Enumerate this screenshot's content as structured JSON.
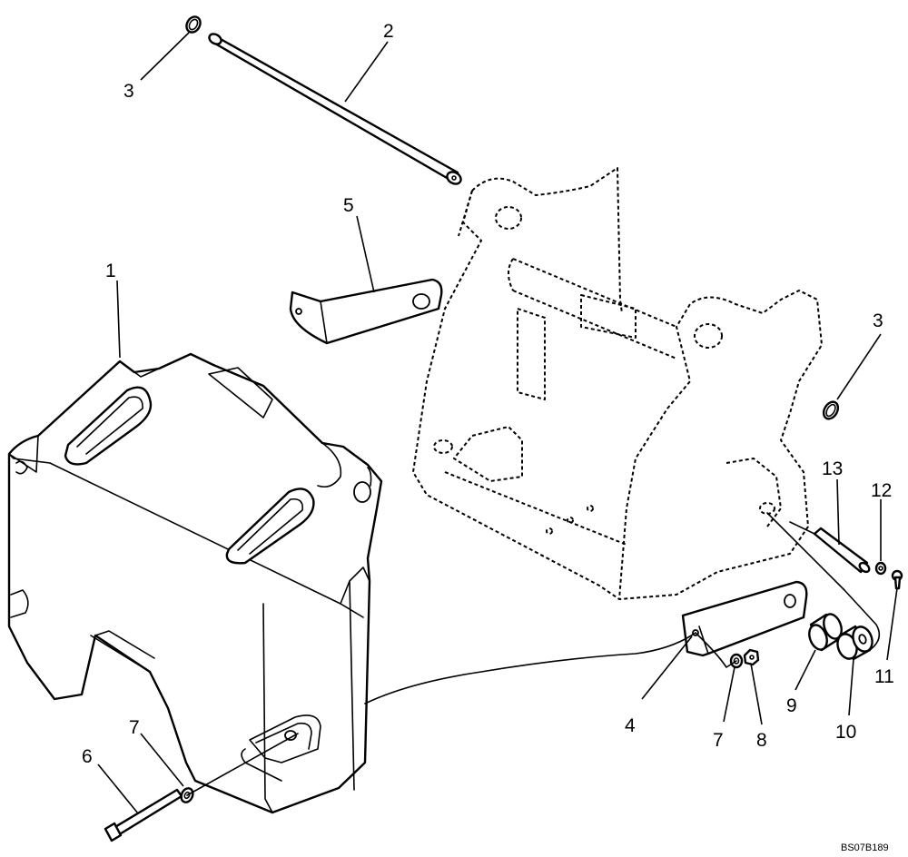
{
  "figure_code": "BS07B189",
  "callouts": [
    {
      "id": "c1",
      "label": "1"
    },
    {
      "id": "c2",
      "label": "2"
    },
    {
      "id": "c3a",
      "label": "3"
    },
    {
      "id": "c3b",
      "label": "3"
    },
    {
      "id": "c4",
      "label": "4"
    },
    {
      "id": "c5",
      "label": "5"
    },
    {
      "id": "c6",
      "label": "6"
    },
    {
      "id": "c7a",
      "label": "7"
    },
    {
      "id": "c7b",
      "label": "7"
    },
    {
      "id": "c8",
      "label": "8"
    },
    {
      "id": "c9",
      "label": "9"
    },
    {
      "id": "c10",
      "label": "10"
    },
    {
      "id": "c11",
      "label": "11"
    },
    {
      "id": "c12",
      "label": "12"
    },
    {
      "id": "c13",
      "label": "13"
    }
  ]
}
